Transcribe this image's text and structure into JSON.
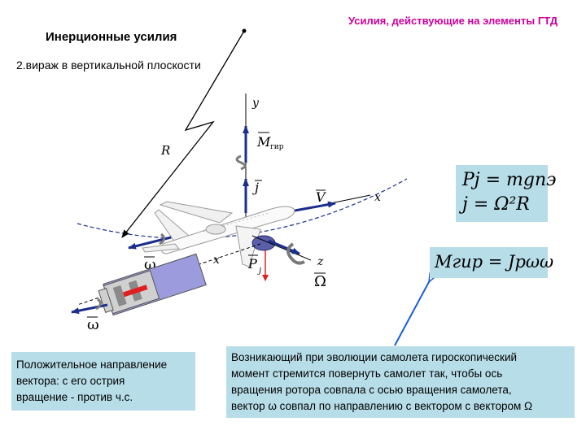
{
  "header": {
    "title": "Усилия, действующие на элементы ГТД"
  },
  "main": {
    "title": "Инерционные усилия",
    "subtitle": "2.вираж в вертикальной плоскости"
  },
  "diagram": {
    "radius_label": "R",
    "axes": {
      "y": "y",
      "x": "x",
      "x_engine": "x",
      "z": "z"
    },
    "vector_labels": {
      "M_gyr": "M",
      "M_gyr_sub": "гир",
      "j": "j",
      "V": "V",
      "P_j": "P",
      "P_j_sub": "j",
      "Omega": "Ω",
      "omega_upper": "ω",
      "omega_lower": "ω"
    },
    "colors": {
      "vector_blue": "#1a2e8c",
      "force_red": "#e02020",
      "pointer_blue": "#1a5ed6",
      "engine_violet": "#8a8ad0"
    }
  },
  "formulas": {
    "f1_line1": "Pj = mgnэ",
    "f1_line2": "j = Ω²R",
    "f2": "Mгир = Jpωω"
  },
  "notes": {
    "left": [
      "Положительное направление",
      "вектора: с его острия",
      "вращение  - против ч.с."
    ],
    "right": [
      "Возникающий при эволюции самолета гироскопический",
      "момент стремится повернуть самолет так, чтобы ось",
      "вращения ротора совпала с осью вращения самолета,",
      "вектор ω совпал по направлению с вектором  с вектором Ω"
    ]
  }
}
